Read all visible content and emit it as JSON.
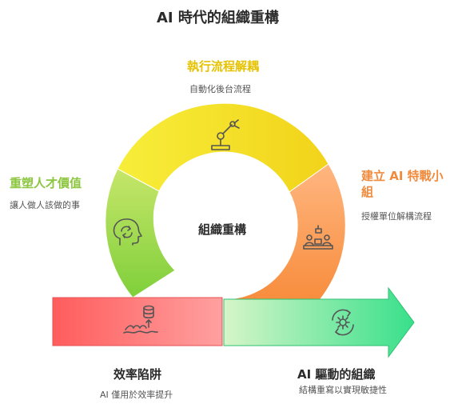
{
  "title": "AI 時代的組織重構",
  "center_label": "組織重構",
  "sections": {
    "top": {
      "heading": "執行流程解耦",
      "description": "自動化後台流程",
      "icon": "robot-arm-icon",
      "color": "#f5e300"
    },
    "left": {
      "heading": "重塑人才價值",
      "description": "讓人做人該做的事",
      "icon": "head-cycle-icon",
      "color": "#a5dc50"
    },
    "right": {
      "heading": "建立 AI 特戰小組",
      "description": "授權單位解構流程",
      "icon": "team-meeting-icon",
      "color": "#ff9a4d"
    },
    "bottom_left": {
      "heading": "效率陷阱",
      "description": "AI 僅用於效率提升",
      "icon": "database-waves-icon",
      "color": "#ff6b6b"
    },
    "bottom_right": {
      "heading": "AI 驅動的組織",
      "description": "結構重寫以實現敏捷性",
      "icon": "gear-cycle-icon",
      "color": "#3ddc84"
    }
  }
}
